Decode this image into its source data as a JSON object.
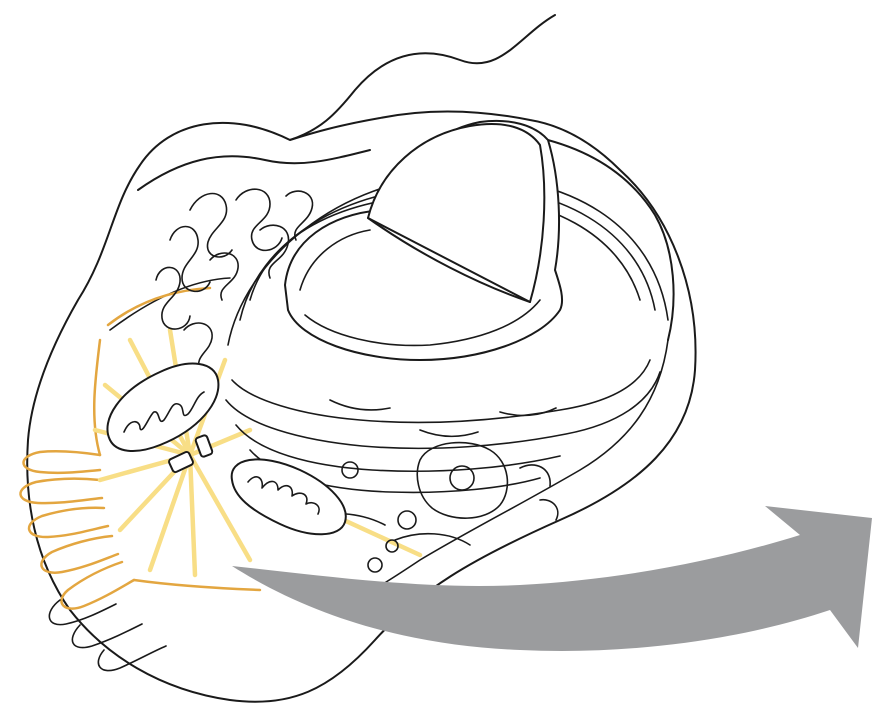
{
  "figure": {
    "kind": "cell-cutaway-illustration",
    "labels": [],
    "colors": {
      "outline": "#1a1a1a",
      "background": "#ffffff",
      "highlight_outline": "#e3a640",
      "highlight_rays": "#f8de86",
      "arrow": "#9b9c9e"
    },
    "parts": [
      "plasma-membrane",
      "flagellum",
      "nucleus",
      "nuclear-envelope",
      "nucleolus",
      "rough-endoplasmic-reticulum",
      "smooth-endoplasmic-reticulum",
      "golgi-apparatus",
      "mitochondrion",
      "centrioles",
      "microvilli",
      "cytoskeleton",
      "vesicle",
      "arrow"
    ]
  }
}
